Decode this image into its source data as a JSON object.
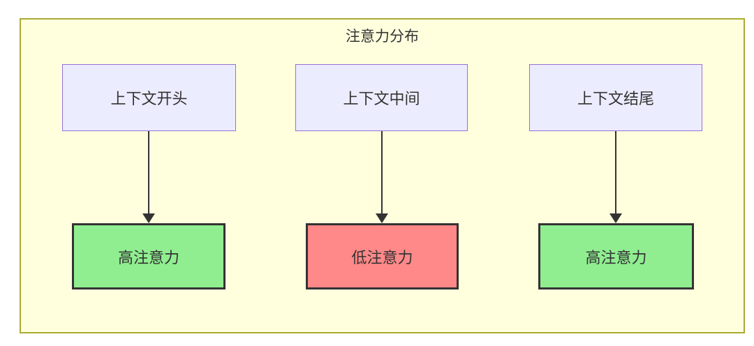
{
  "diagram": {
    "type": "flowchart",
    "title": "注意力分布",
    "top_nodes": [
      {
        "id": "context-start",
        "label": "上下文开头"
      },
      {
        "id": "context-middle",
        "label": "上下文中间"
      },
      {
        "id": "context-end",
        "label": "上下文结尾"
      }
    ],
    "bottom_nodes": [
      {
        "id": "attention-start",
        "label": "高注意力",
        "level": "high"
      },
      {
        "id": "attention-middle",
        "label": "低注意力",
        "level": "low"
      },
      {
        "id": "attention-end",
        "label": "高注意力",
        "level": "high"
      }
    ],
    "edges": [
      {
        "from": "context-start",
        "to": "attention-start"
      },
      {
        "from": "context-middle",
        "to": "attention-middle"
      },
      {
        "from": "context-end",
        "to": "attention-end"
      }
    ],
    "colors": {
      "container_bg": "#ffffde",
      "container_border": "#aaaa33",
      "context_node_bg": "#ececff",
      "context_node_border": "#9370db",
      "high_attention_bg": "#90ee90",
      "low_attention_bg": "#ff8888",
      "edge_color": "#333333",
      "text_color": "#333333"
    }
  }
}
